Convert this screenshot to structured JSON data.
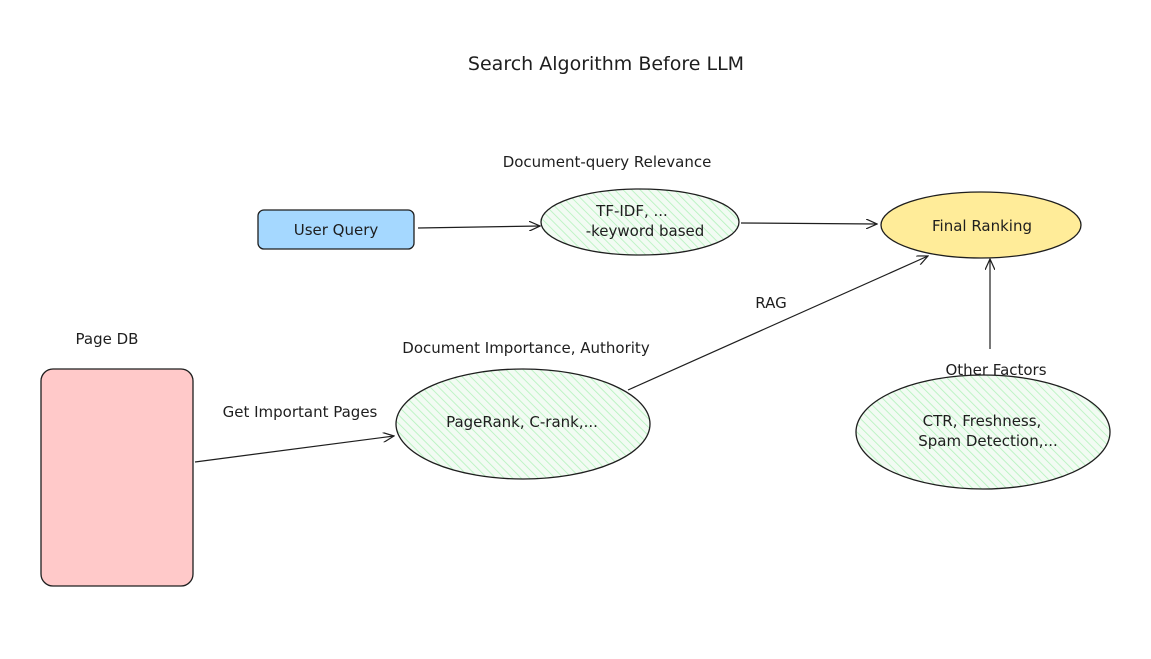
{
  "title": "Search Algorithm Before LLM",
  "colors": {
    "user_query_fill": "#a5d8ff",
    "final_ranking_fill": "#ffec99",
    "page_db_fill": "#ffc9c9",
    "ellipse_hatch": "#b2f2bb",
    "ellipse_bg": "#eefaf0",
    "stroke": "#1e1e1e"
  },
  "nodes": {
    "user_query": {
      "label": "User Query"
    },
    "tfidf": {
      "line1": "TF-IDF, ...",
      "line2": "-keyword based"
    },
    "final_ranking": {
      "label": "Final Ranking"
    },
    "pagerank": {
      "label": "PageRank, C-rank,..."
    },
    "other": {
      "line1": "CTR, Freshness,",
      "line2": "Spam Detection,..."
    }
  },
  "labels": {
    "doc_query_relevance": "Document-query Relevance",
    "page_db": "Page DB",
    "doc_importance": "Document Importance, Authority",
    "get_important_pages": "Get Important Pages",
    "rag": "RAG",
    "other_factors": "Other Factors"
  }
}
